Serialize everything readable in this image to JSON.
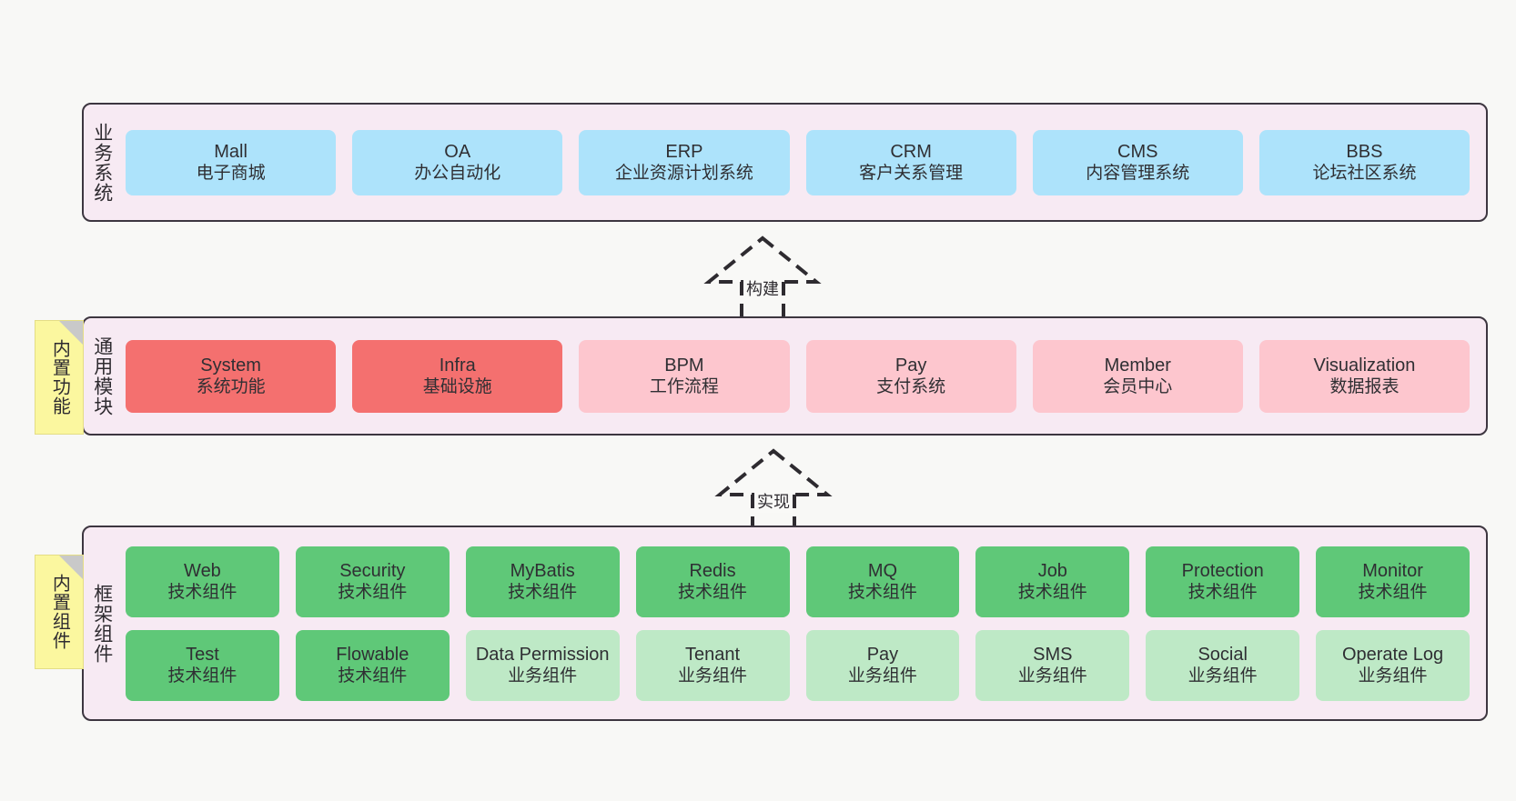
{
  "layers": [
    {
      "id": "business",
      "title": "业务系统",
      "rows": [
        {
          "style": "blue",
          "nodes": [
            {
              "en": "Mall",
              "cn": "电子商城"
            },
            {
              "en": "OA",
              "cn": "办公自动化"
            },
            {
              "en": "ERP",
              "cn": "企业资源计划系统"
            },
            {
              "en": "CRM",
              "cn": "客户关系管理"
            },
            {
              "en": "CMS",
              "cn": "内容管理系统"
            },
            {
              "en": "BBS",
              "cn": "论坛社区系统"
            }
          ]
        }
      ]
    },
    {
      "id": "modules",
      "title": "通用模块",
      "rows": [
        {
          "style": "mixed",
          "nodes": [
            {
              "en": "System",
              "cn": "系统功能",
              "style": "red"
            },
            {
              "en": "Infra",
              "cn": "基础设施",
              "style": "red"
            },
            {
              "en": "BPM",
              "cn": "工作流程",
              "style": "pink"
            },
            {
              "en": "Pay",
              "cn": "支付系统",
              "style": "pink"
            },
            {
              "en": "Member",
              "cn": "会员中心",
              "style": "pink"
            },
            {
              "en": "Visualization",
              "cn": "数据报表",
              "style": "pink"
            }
          ]
        }
      ]
    },
    {
      "id": "framework",
      "title": "框架组件",
      "rows": [
        {
          "style": "green",
          "nodes": [
            {
              "en": "Web",
              "cn": "技术组件"
            },
            {
              "en": "Security",
              "cn": "技术组件"
            },
            {
              "en": "MyBatis",
              "cn": "技术组件"
            },
            {
              "en": "Redis",
              "cn": "技术组件"
            },
            {
              "en": "MQ",
              "cn": "技术组件"
            },
            {
              "en": "Job",
              "cn": "技术组件"
            },
            {
              "en": "Protection",
              "cn": "技术组件"
            },
            {
              "en": "Monitor",
              "cn": "技术组件"
            }
          ]
        },
        {
          "style": "mixed",
          "nodes": [
            {
              "en": "Test",
              "cn": "技术组件",
              "style": "green"
            },
            {
              "en": "Flowable",
              "cn": "技术组件",
              "style": "green"
            },
            {
              "en": "Data Permission",
              "cn": "业务组件",
              "style": "lgreen"
            },
            {
              "en": "Tenant",
              "cn": "业务组件",
              "style": "lgreen"
            },
            {
              "en": "Pay",
              "cn": "业务组件",
              "style": "lgreen"
            },
            {
              "en": "SMS",
              "cn": "业务组件",
              "style": "lgreen"
            },
            {
              "en": "Social",
              "cn": "业务组件",
              "style": "lgreen"
            },
            {
              "en": "Operate Log",
              "cn": "业务组件",
              "style": "lgreen"
            }
          ]
        }
      ]
    }
  ],
  "sticky_notes": [
    {
      "id": "functions",
      "label": "内置功能"
    },
    {
      "id": "components",
      "label": "内置组件"
    }
  ],
  "connectors": [
    {
      "id": "build",
      "label": "构建"
    },
    {
      "id": "implement",
      "label": "实现"
    }
  ],
  "colors": {
    "canvas_background": "#f8f8f6",
    "panel_background": "#f7eaf3",
    "panel_border": "#3d3640",
    "blue": "#ade3fb",
    "red": "#f4706f",
    "pink": "#fdc6ce",
    "green": "#5fc878",
    "light_green": "#bee9c6",
    "sticky_yellow": "#fbf79f",
    "sticky_fold": "#c9c9c9",
    "text": "#2f2f33"
  }
}
